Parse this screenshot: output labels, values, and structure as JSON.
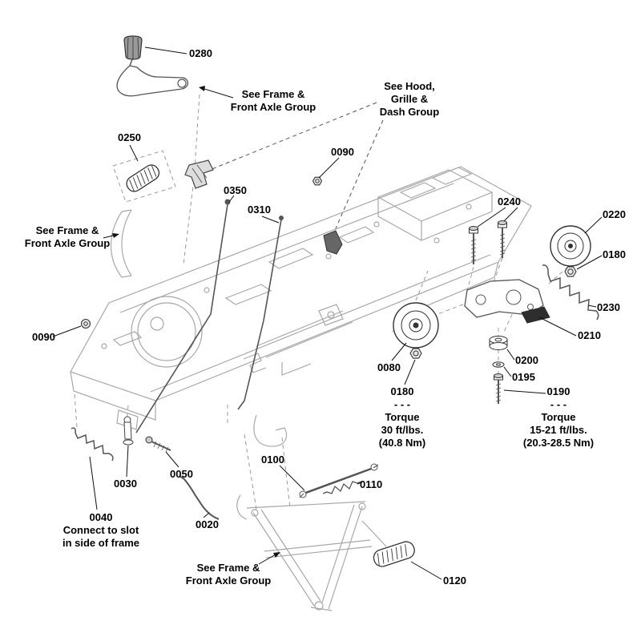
{
  "diagram": {
    "background": "#ffffff",
    "frame_line_color": "#a8a8a8",
    "part_line_color": "#3f3f3f",
    "label_color": "#000000"
  },
  "parts": {
    "p0280": "0280",
    "p0250": "0250",
    "p0090": "0090",
    "p0350": "0350",
    "p0310": "0310",
    "p0240": "0240",
    "p0220": "0220",
    "p0180": "0180",
    "p0230": "0230",
    "p0210": "0210",
    "p0200": "0200",
    "p0195": "0195",
    "p0080": "0080",
    "p0030": "0030",
    "p0050": "0050",
    "p0020": "0020",
    "p0100": "0100",
    "p0110": "0110",
    "p0120": "0120"
  },
  "notes": {
    "see_frame_axle": "See Frame &\nFront Axle Group",
    "see_hood": "See Hood,\nGrille &\nDash Group",
    "torque_30": "0180\n- - -\nTorque\n30 ft/lbs.\n(40.8 Nm)",
    "torque_15_21": "0190\n- - -\nTorque\n15-21 ft/lbs.\n(20.3-28.5 Nm)",
    "connect_slot": "0040\nConnect to slot\nin side of frame"
  }
}
